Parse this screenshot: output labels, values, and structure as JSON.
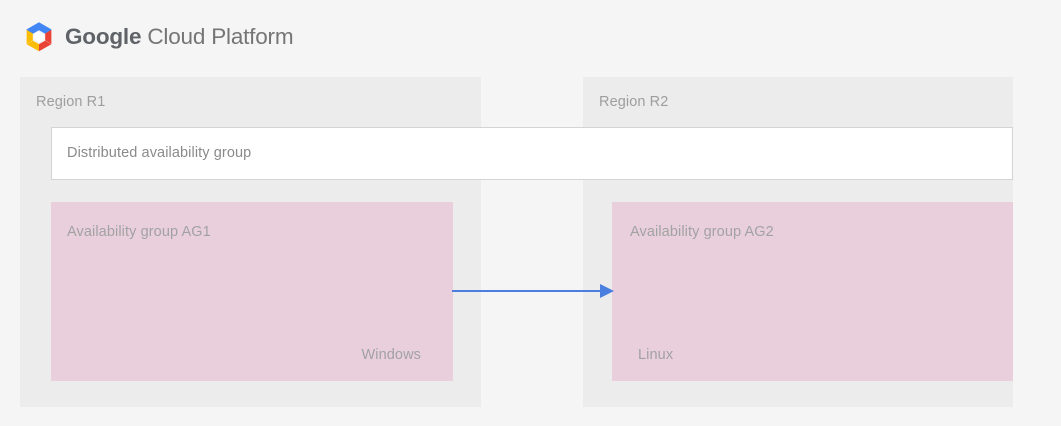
{
  "brand": {
    "logo_icon": "google-cloud-platform-hexagon-logo",
    "name_strong": "Google",
    "name_light": "Cloud Platform",
    "logo_colors": {
      "blue": "#4285f4",
      "yellow": "#fbbc05",
      "red": "#ea4335",
      "center": "#ffffff"
    }
  },
  "regions": [
    {
      "id": "r1",
      "label": "Region R1",
      "availability_group": {
        "title": "Availability group AG1",
        "os": "Windows"
      }
    },
    {
      "id": "r2",
      "label": "Region R2",
      "availability_group": {
        "title": "Availability group AG2",
        "os": "Linux"
      }
    }
  ],
  "distributed_availability_group": {
    "label": "Distributed availability group"
  },
  "replication": {
    "icon": "right-arrow-icon",
    "direction": "r1-to-r2",
    "color": "#4a7fe0"
  },
  "colors": {
    "page_background": "#f5f5f5",
    "region_panel": "#ececec",
    "availability_group_box": "#e9cfdc",
    "dag_box": "#ffffff",
    "dag_border": "#d4d4d4",
    "text_muted": "#9e9e9e",
    "arrow": "#4a7fe0"
  }
}
